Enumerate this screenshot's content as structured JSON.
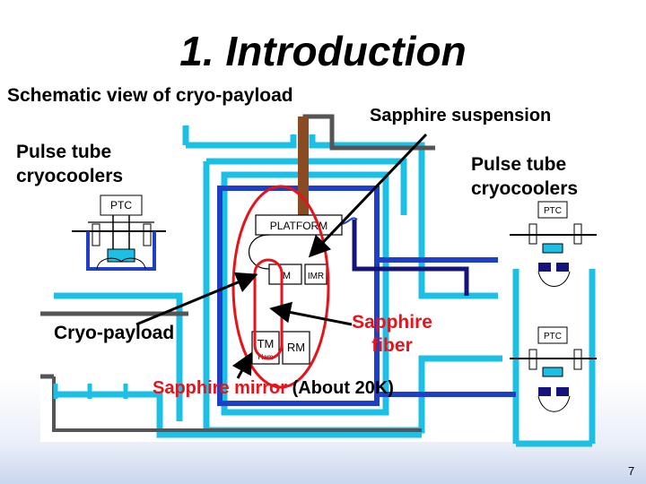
{
  "slide": {
    "title": "1. Introduction",
    "page_number": "7"
  },
  "labels": {
    "schematic": "Schematic view of cryo-payload",
    "sapphire_suspension": "Sapphire suspension",
    "ptc_left": "Pulse tube cryocoolers",
    "ptc_right": "Pulse tube cryocoolers",
    "cryo_payload": "Cryo-payload",
    "sapphire_fiber": "Sapphire fiber",
    "mirror_red": "Sapphire mirror",
    "mirror_rest": " (About 20K)"
  },
  "diagram_text": {
    "ptc": "PTC",
    "platform": "PLATFORM",
    "im": "IM",
    "imr": "IMR",
    "tm": "TM",
    "tm_sub": "Ham",
    "rm": "RM"
  },
  "colors": {
    "cyan": "#1cc0e6",
    "blue": "#1f3fc8",
    "navy": "#14147a",
    "brown": "#8a4a22",
    "red": "#e8121b",
    "frame": "#555555"
  }
}
